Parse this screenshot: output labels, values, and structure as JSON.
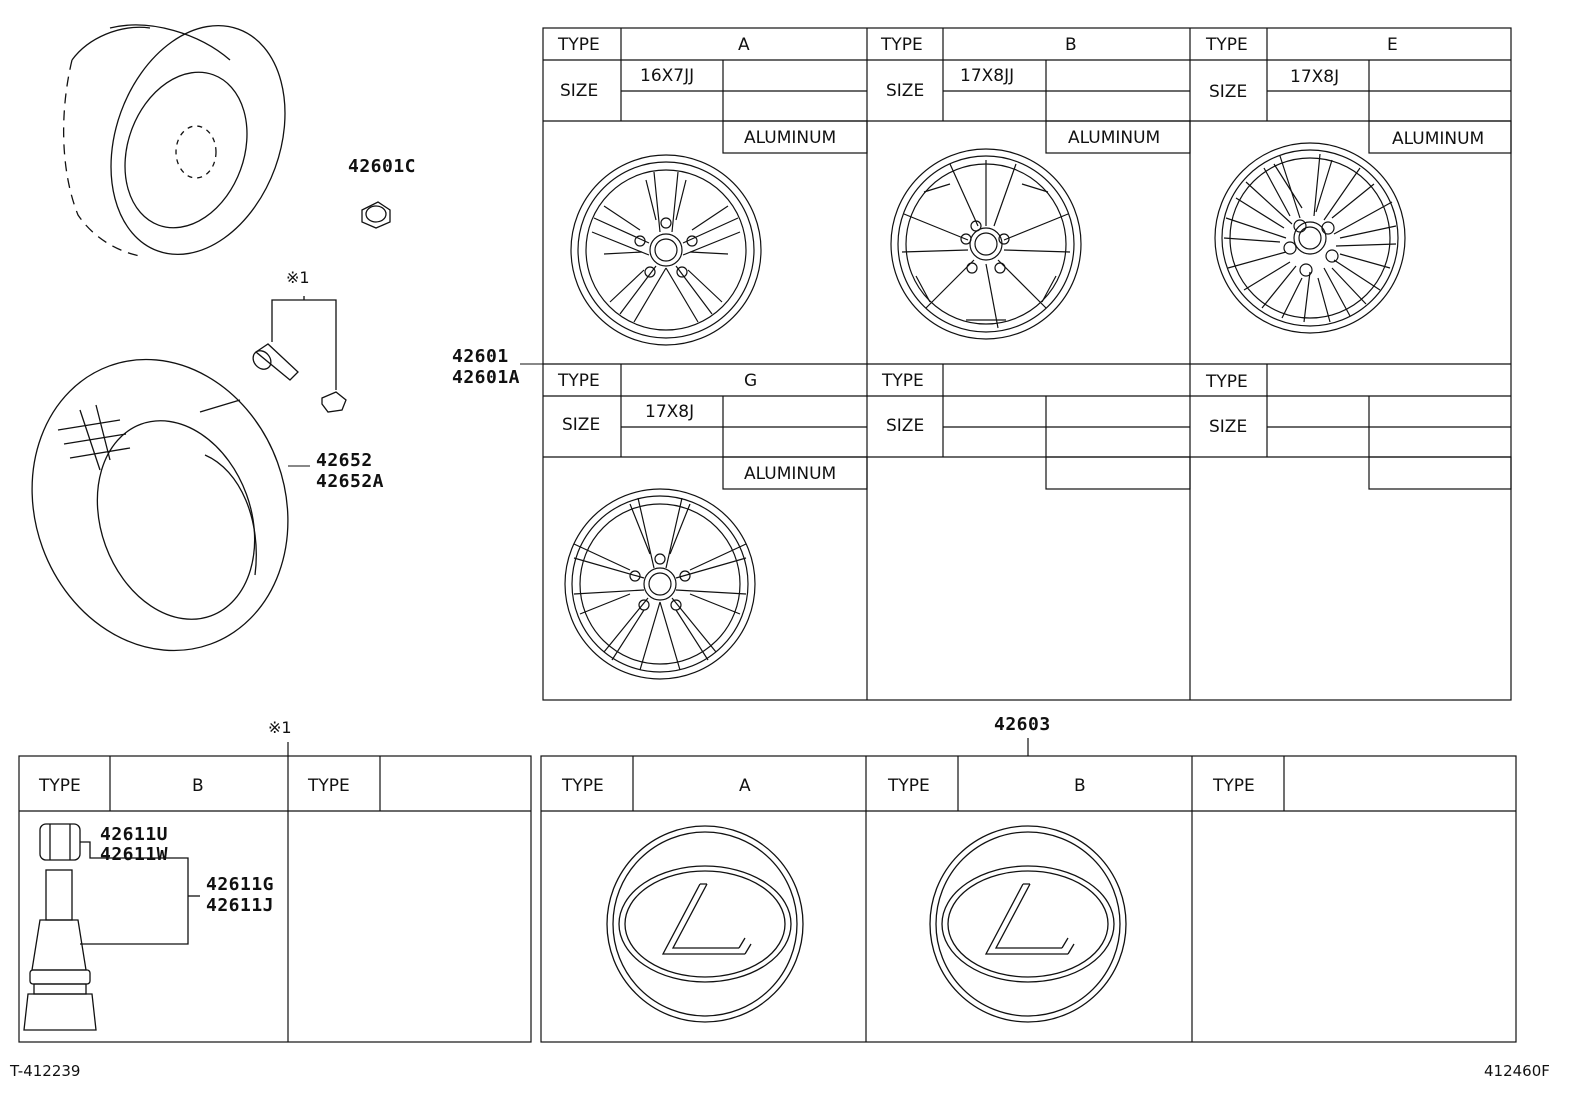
{
  "parts": {
    "p42601c": "42601C",
    "mark1_upper": "※1",
    "p42652": "42652",
    "p42652a": "42652A",
    "p42601": "42601",
    "p42601a": "42601A",
    "p42603": "42603",
    "mark1_lower": "※1",
    "p42611u": "42611U",
    "p42611w": "42611W",
    "p42611g": "42611G",
    "p42611j": "42611J"
  },
  "wheel_table": {
    "type_label": "TYPE",
    "size_label": "SIZE",
    "cells": [
      {
        "type": "A",
        "size": "16X7JJ",
        "material": "ALUMINUM"
      },
      {
        "type": "B",
        "size": "17X8JJ",
        "material": "ALUMINUM"
      },
      {
        "type": "E",
        "size": "17X8J",
        "material": "ALUMINUM"
      },
      {
        "type": "G",
        "size": "17X8J",
        "material": "ALUMINUM"
      },
      {
        "type": "",
        "size": "",
        "material": ""
      },
      {
        "type": "",
        "size": "",
        "material": ""
      }
    ]
  },
  "valve_table": {
    "type_label": "TYPE",
    "cells": [
      {
        "type": "B"
      },
      {
        "type": ""
      }
    ]
  },
  "cap_table": {
    "type_label": "TYPE",
    "cells": [
      {
        "type": "A"
      },
      {
        "type": "B"
      },
      {
        "type": ""
      }
    ]
  },
  "footer": {
    "left_code": "T-412239",
    "right_code": "412460F"
  }
}
